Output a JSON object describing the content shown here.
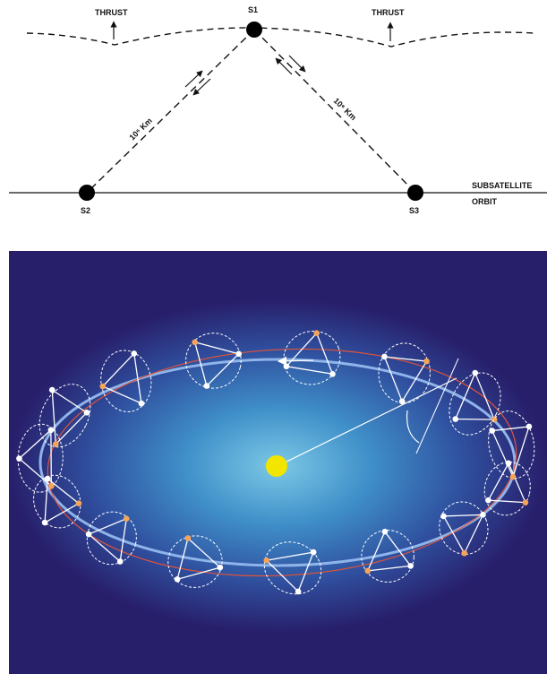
{
  "top_diagram": {
    "labels": {
      "thrust_left": "THRUST",
      "thrust_right": "THRUST",
      "s1": "S1",
      "s2": "S2",
      "s3": "S3",
      "distance_left": "10⁶ Km",
      "distance_right": "10⁶ Km",
      "orbit_line1": "SUBSATELLITE",
      "orbit_line2": "ORBIT"
    }
  },
  "bottom_diagram": {
    "colors": {
      "background": "#281f6b",
      "glow": "#5fb3d9",
      "sun": "#f2e500",
      "orbit_blue": "#8fb4ea",
      "orbit_red": "#e0533a",
      "satellite_orange": "#f5a45a",
      "satellite_white": "#ffffff"
    },
    "triangle_count": 15
  }
}
